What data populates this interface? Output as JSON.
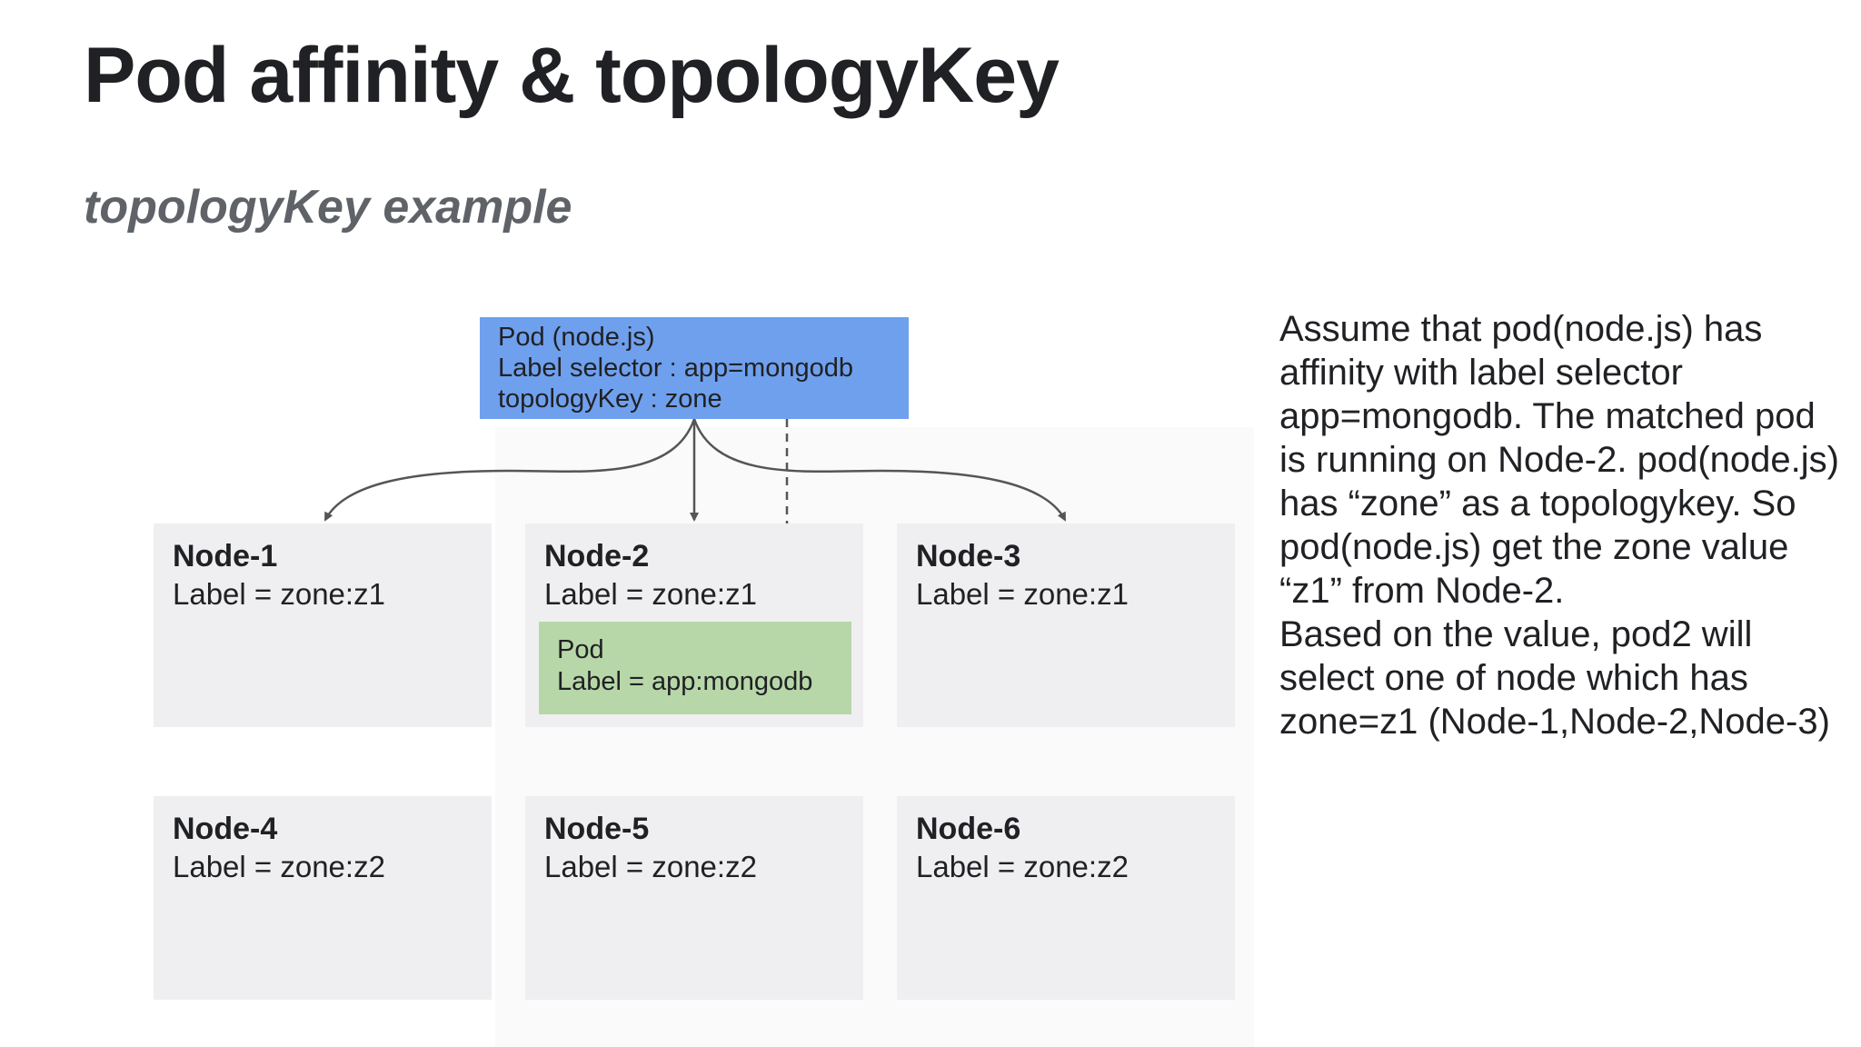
{
  "slide": {
    "title": "Pod affinity & topologyKey",
    "subtitle": "topologyKey example"
  },
  "pod": {
    "line1": "Pod (node.js)",
    "line2": "Label selector : app=mongodb",
    "line3": "topologyKey : zone"
  },
  "nodes": [
    {
      "name": "Node-1",
      "label": "Label = zone:z1"
    },
    {
      "name": "Node-2",
      "label": "Label = zone:z1"
    },
    {
      "name": "Node-3",
      "label": "Label = zone:z1"
    },
    {
      "name": "Node-4",
      "label": "Label = zone:z2"
    },
    {
      "name": "Node-5",
      "label": "Label = zone:z2"
    },
    {
      "name": "Node-6",
      "label": "Label = zone:z2"
    }
  ],
  "inner_pod": {
    "line1": "Pod",
    "line2": "Label = app:mongodb"
  },
  "description": {
    "para1": "Assume that pod(node.js) has affinity with label selector app=mongodb. The matched pod is running on Node-2. pod(node.js) has “zone” as a topologykey. So pod(node.js) get the zone value “z1” from Node-2.",
    "para2": "Based on the value, pod2 will select one of node which has zone=z1  (Node-1,Node-2,Node-3)"
  },
  "colors": {
    "pod_box": "#6fa0ee",
    "node_box": "#efeff1",
    "inner_pod": "#b7d7a8",
    "arrow": "#555555"
  }
}
